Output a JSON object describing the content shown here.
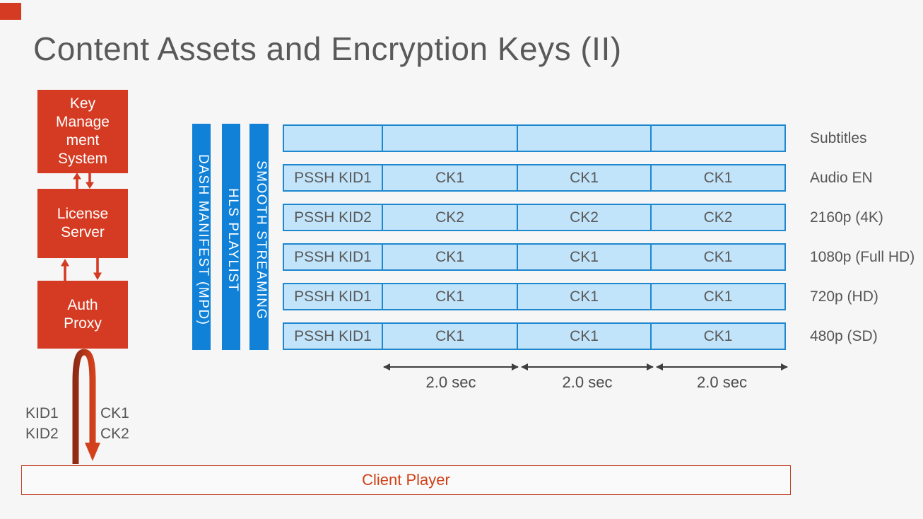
{
  "slide": {
    "title": "Content Assets and Encryption Keys (II)",
    "colors": {
      "background": "#F6F6F6",
      "accent_red": "#D53B23",
      "accent_blue": "#1081D7",
      "cell_fill": "#C2E4FA",
      "cell_border": "#1E87CE",
      "text_gray": "#595959"
    }
  },
  "servers": [
    {
      "label": "Key\nManage\nment\nSystem"
    },
    {
      "label": "License\nServer"
    },
    {
      "label": "Auth\nProxy"
    }
  ],
  "key_exchange": {
    "kid_lines": "KID1\nKID2",
    "ck_lines": "CK1\nCK2"
  },
  "client_player": {
    "label": "Client Player"
  },
  "manifests": [
    "DASH MANIFEST (MPD)",
    "HLS PLAYLIST",
    "SMOOTH STREAMING"
  ],
  "asset_grid": {
    "rows": [
      {
        "label": "Subtitles",
        "cells": [
          "",
          "",
          "",
          ""
        ]
      },
      {
        "label": "Audio EN",
        "cells": [
          "PSSH KID1",
          "CK1",
          "CK1",
          "CK1"
        ]
      },
      {
        "label": "2160p (4K)",
        "cells": [
          "PSSH KID2",
          "CK2",
          "CK2",
          "CK2"
        ]
      },
      {
        "label": "1080p (Full HD)",
        "cells": [
          "PSSH KID1",
          "CK1",
          "CK1",
          "CK1"
        ]
      },
      {
        "label": "720p (HD)",
        "cells": [
          "PSSH KID1",
          "CK1",
          "CK1",
          "CK1"
        ]
      },
      {
        "label": "480p (SD)",
        "cells": [
          "PSSH KID1",
          "CK1",
          "CK1",
          "CK1"
        ]
      }
    ]
  },
  "timeline": {
    "segments": [
      "2.0 sec",
      "2.0 sec",
      "2.0 sec"
    ]
  }
}
